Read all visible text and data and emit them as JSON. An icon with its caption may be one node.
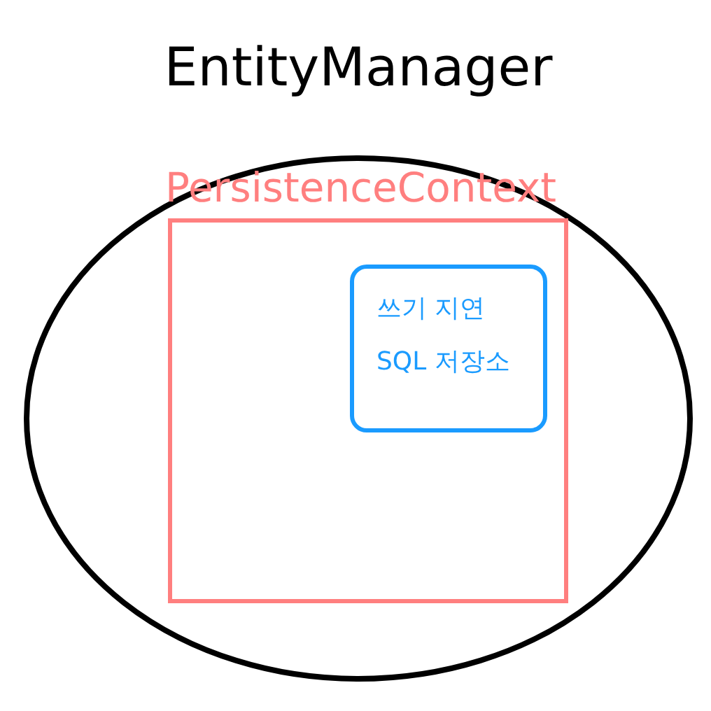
{
  "diagram": {
    "nodes": [
      {
        "text": [
          "EntityManager"
        ]
      },
      {
        "text": [
          "PersistenceContext"
        ],
        "in": 0
      },
      {
        "text": [
          "쓰기 지연 SQL 저장소"
        ],
        "in": 1
      }
    ]
  }
}
